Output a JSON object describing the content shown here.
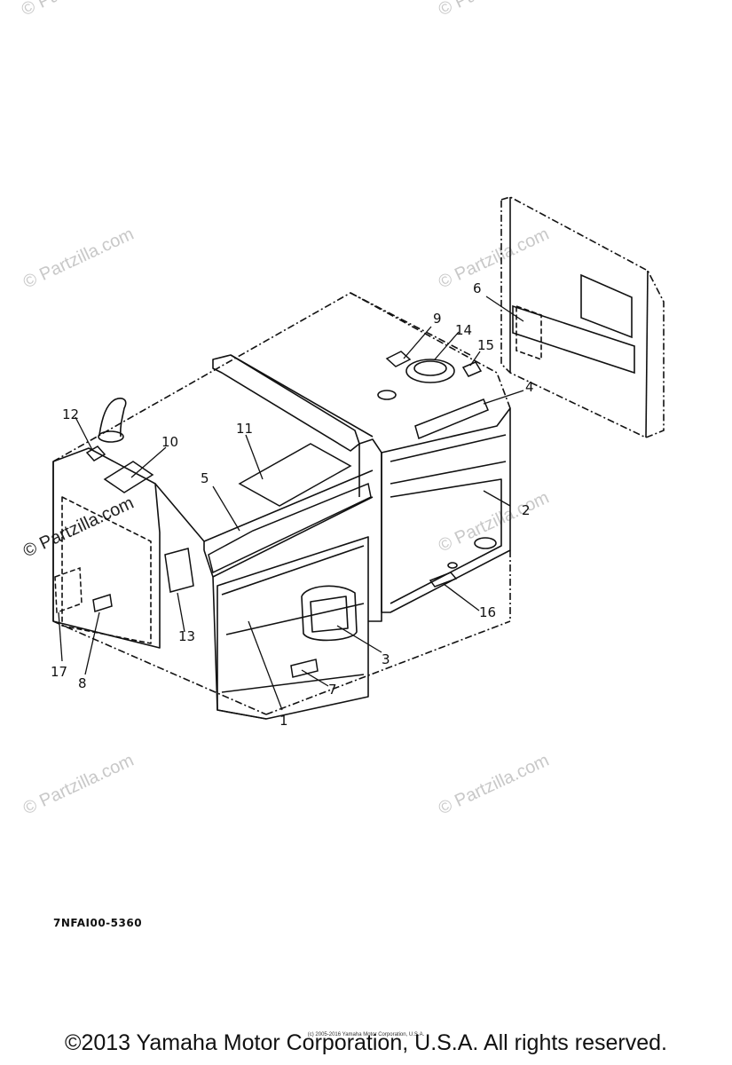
{
  "diagram": {
    "part_code": "7NFAI00-5360",
    "copyright": "©2013 Yamaha Motor Corporation, U.S.A. All rights reserved.",
    "small_credit": "(c) 2005-2016 Yamaha Motor Corporation, U.S.A.",
    "watermarks": [
      "© Partzilla.com",
      "© Partzilla.com",
      "© Partzilla.com",
      "© Partzilla.com",
      "© Partzilla.com",
      "© Partzilla.com",
      "© Partzilla.com",
      "© Partzilla.com"
    ],
    "watermark_prominent": "© Partzilla.com",
    "callouts": [
      "1",
      "2",
      "3",
      "4",
      "5",
      "6",
      "7",
      "8",
      "9",
      "10",
      "11",
      "12",
      "13",
      "14",
      "15",
      "16",
      "17"
    ]
  }
}
